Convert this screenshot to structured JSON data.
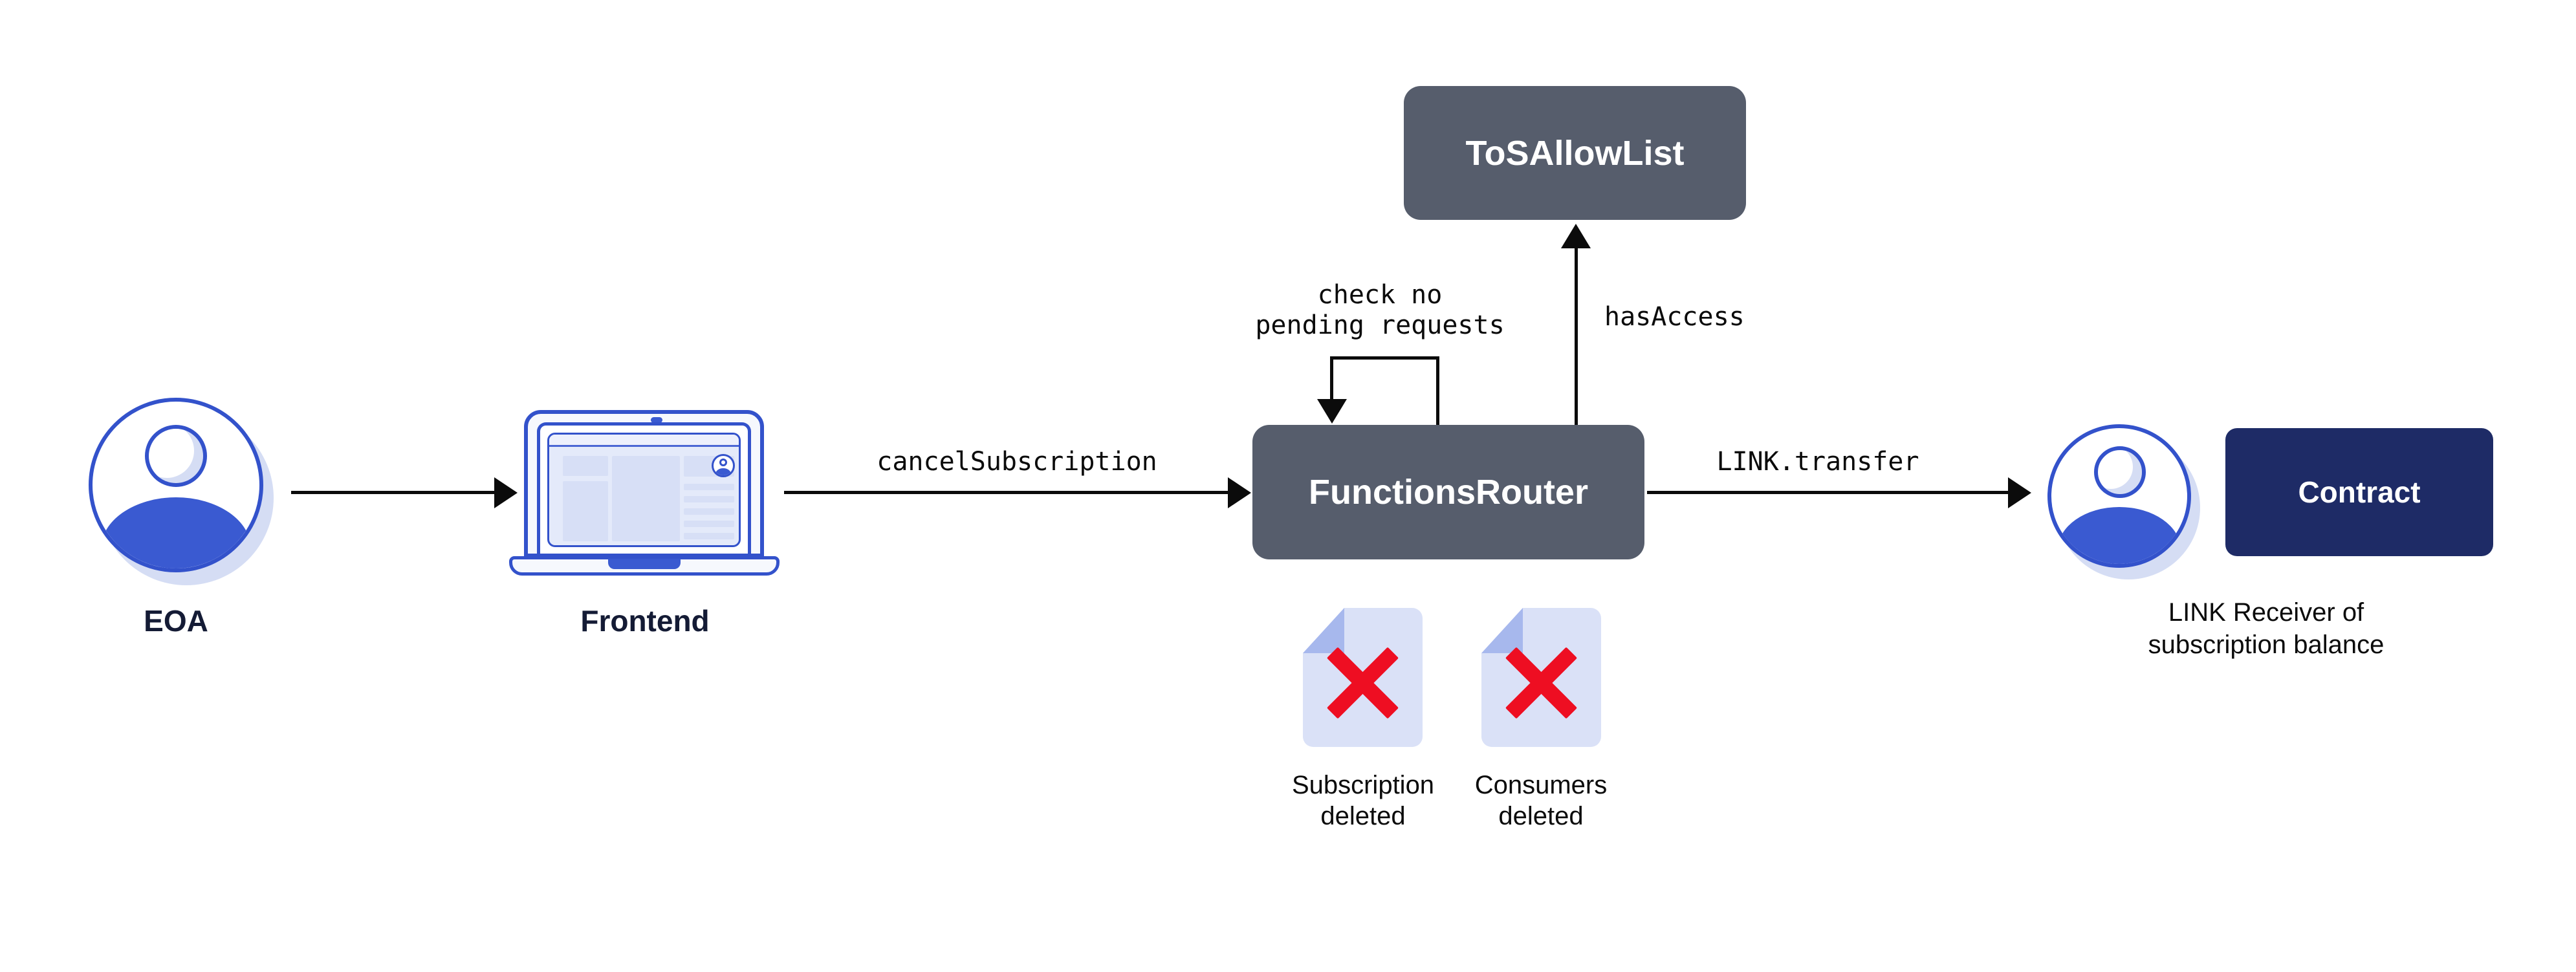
{
  "nodes": {
    "eoa": {
      "label": "EOA",
      "icon": "person-avatar-icon"
    },
    "frontend": {
      "label": "Frontend",
      "icon": "laptop-icon"
    },
    "functions_router": {
      "label": "FunctionsRouter"
    },
    "tos_allow_list": {
      "label": "ToSAllowList"
    },
    "contract": {
      "label": "Contract"
    },
    "link_receiver": {
      "caption": "LINK Receiver of\nsubscription balance",
      "icon": "person-avatar-icon"
    }
  },
  "arrows": {
    "eoa_to_frontend": {
      "label": ""
    },
    "cancel_subscription": {
      "label": "cancelSubscription"
    },
    "check_pending": {
      "label": "check no\npending requests"
    },
    "has_access": {
      "label": "hasAccess"
    },
    "link_transfer": {
      "label": "LINK.transfer"
    }
  },
  "documents": [
    {
      "caption": "Subscription\ndeleted",
      "icon": "document-deleted-icon"
    },
    {
      "caption": "Consumers\ndeleted",
      "icon": "document-deleted-icon"
    }
  ],
  "colors": {
    "slate_box": "#565d6c",
    "navy_box": "#1e2b66",
    "blue_fill": "#3a5ad1",
    "blue_stroke": "#3352cb",
    "lavender_sheet": "#dae1f7",
    "fold_periwinkle": "#a7b8ed",
    "soft_shadow": "#d5ddf4",
    "red_x": "#ee0e22",
    "line_ink": "#0b0b0b",
    "label_navy": "#141b35"
  }
}
